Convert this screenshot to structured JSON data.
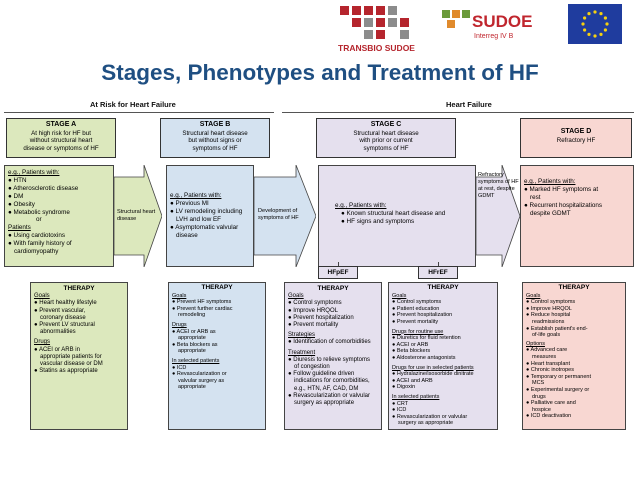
{
  "header": {
    "title": "Stages, Phenotypes and Treatment of HF",
    "at_risk": "At Risk for Heart Failure",
    "heart_failure": "Heart Failure",
    "logo_transbio": "TRANSBIO SUDOE",
    "logo_sudoe": "SUDOE",
    "logo_sudoe_sub": "Interreg IV B"
  },
  "stages": {
    "a": {
      "title": "STAGE A",
      "lines": [
        "At high risk for HF but",
        "without structural heart",
        "disease or symptoms of HF"
      ]
    },
    "b": {
      "title": "STAGE B",
      "lines": [
        "Structural heart disease",
        "but without signs or",
        "symptoms of HF"
      ]
    },
    "c": {
      "title": "STAGE C",
      "lines": [
        "Structural heart disease",
        "with prior or current",
        "symptoms of HF"
      ]
    },
    "d": {
      "title": "STAGE D",
      "lines": [
        "Refractory HF"
      ]
    }
  },
  "phenotypes": {
    "a": {
      "eg": "e.g., Patients with:",
      "items": [
        "● HTN",
        "● Atherosclerotic disease",
        "● DM",
        "● Obesity",
        "● Metabolic syndrome"
      ],
      "or": "or",
      "patients": "Patients",
      "items2": [
        "● Using cardiotoxins",
        "● With family history of",
        "cardiomyopathy"
      ]
    },
    "b": {
      "eg": "e.g., Patients with:",
      "items": [
        "● Previous MI",
        "● LV remodeling including",
        "LVH and low EF",
        "● Asymptomatic valvular",
        "disease"
      ]
    },
    "c": {
      "eg": "e.g., Patients with:",
      "items": [
        "● Known structural heart disease and",
        "● HF signs and symptoms"
      ]
    },
    "d": {
      "eg": "e.g., Patients with:",
      "items": [
        "● Marked HF symptoms at",
        "rest",
        "● Recurrent hospitalizations",
        "despite GDMT"
      ]
    }
  },
  "arrows": {
    "ab": [
      "Structural heart",
      "disease"
    ],
    "bc": [
      "Development of",
      "symptoms of HF"
    ],
    "cd": [
      "Refractory",
      "symptoms of HF",
      "at rest, despite",
      "GDMT"
    ]
  },
  "hf_labels": {
    "pef": "HFpEF",
    "ref": "HFrEF"
  },
  "therapy": {
    "label": "THERAPY",
    "a": {
      "goals": "Goals",
      "items": [
        "● Heart healthy lifestyle",
        "● Prevent vascular,",
        "coronary disease",
        "● Prevent LV structural",
        "abnormalities"
      ],
      "drugs": "Drugs",
      "items2": [
        "● ACEI or ARB in",
        "appropriate patients for",
        "vascular disease or DM",
        "● Statins as appropriate"
      ]
    },
    "b": {
      "goals": "Goals",
      "items": [
        "● Prevent HF symptoms",
        "● Prevent further cardiac",
        "remodeling"
      ],
      "drugs": "Drugs",
      "items2": [
        "● ACEI or ARB as",
        "appropriate",
        "● Beta blockers as",
        "appropriate"
      ],
      "selected": "In selected patients",
      "items3": [
        "● ICD",
        "● Revascularization or",
        "valvular surgery as",
        "appropriate"
      ]
    },
    "pef": {
      "goals": "Goals",
      "items": [
        "● Control symptoms",
        "● Improve HRQOL",
        "● Prevent hospitalization",
        "● Prevent mortality"
      ],
      "strategies": "Strategies",
      "items2": [
        "● Identification of comorbidities"
      ],
      "treatment": "Treatment",
      "items3": [
        "● Diuresis to relieve symptoms",
        "of congestion",
        "● Follow guideline driven",
        "indications for comorbidities,",
        "e.g., HTN, AF, CAD, DM",
        "● Revascularization or valvular",
        "surgery as appropriate"
      ]
    },
    "ref": {
      "goals": "Goals",
      "items": [
        "● Control symptoms",
        "● Patient education",
        "● Prevent hospitalization",
        "● Prevent mortality"
      ],
      "routine": "Drugs for routine use",
      "items2": [
        "● Diuretics for fluid retention",
        "● ACEI or ARB",
        "● Beta blockers",
        "● Aldosterone antagonists"
      ],
      "selected_drugs": "Drugs for use in selected patients",
      "items3": [
        "● Hydralazine/isosorbide dinitrate",
        "● ACEI and ARB",
        "● Digoxin"
      ],
      "selected": "In selected patients",
      "items4": [
        "● CRT",
        "● ICD",
        "● Revascularization or valvular",
        "surgery as appropriate"
      ]
    },
    "d": {
      "goals": "Goals",
      "items": [
        "● Control symptoms",
        "● Improve HRQOL",
        "● Reduce hospital",
        "readmissions",
        "● Establish patient's end-",
        "of-life goals"
      ],
      "options": "Options",
      "items2": [
        "● Advanced care",
        "measures",
        "● Heart transplant",
        "● Chronic inotropes",
        "● Temporary or permanent",
        "MCS",
        "● Experimental surgery or",
        "drugs",
        "● Palliative care and",
        "hospice",
        "● ICD deactivation"
      ]
    }
  },
  "colors": {
    "title": "#1f4f82",
    "stage_a": "#dce8bd",
    "stage_b": "#d4e2f0",
    "stage_c": "#e5e0ee",
    "stage_d": "#f8d7d2"
  }
}
